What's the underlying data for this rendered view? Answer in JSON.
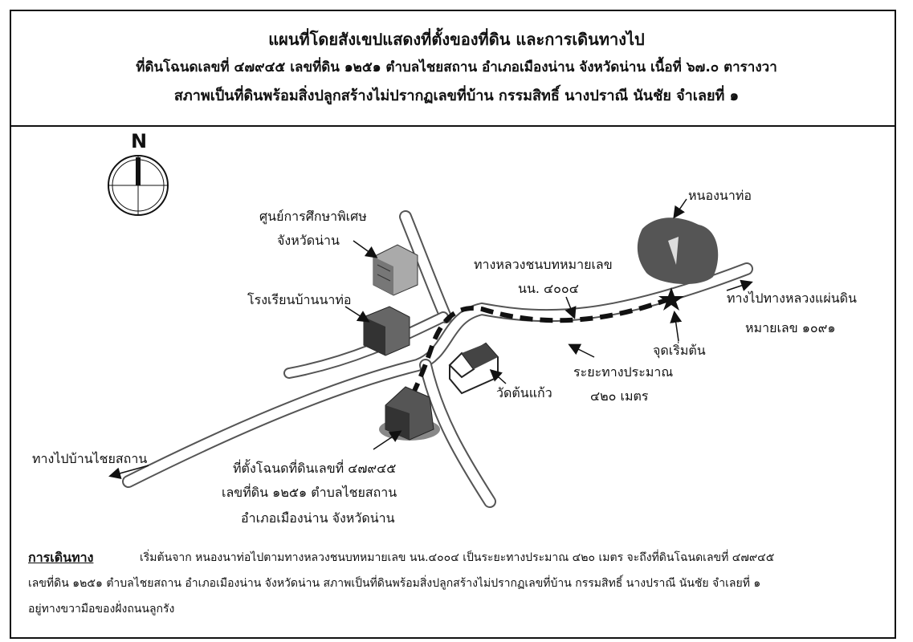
{
  "header": {
    "line1": "แผนที่โดยสังเขปแสดงที่ตั้งของที่ดิน และการเดินทางไป",
    "line2": "ที่ดินโฉนดเลขที่ ๔๗๙๔๕ เลขที่ดิน ๑๒๕๑ ตำบลไชยสถาน อำเภอเมืองน่าน จังหวัดน่าน เนื้อที่ ๖๗.๐ ตารางวา",
    "line3": "สภาพเป็นที่ดินพร้อมสิ่งปลูกสร้างไม่ปรากฏเลขที่บ้าน กรรมสิทธิ์ นางปราณี  นันชัย จำเลยที่ ๑"
  },
  "compass": {
    "label": "N"
  },
  "labels": {
    "pond": "หนองนาท่อ",
    "special_center_1": "ศูนย์การศึกษาพิเศษ",
    "special_center_2": "จังหวัดน่าน",
    "highway_route_1": "ทางหลวงชนบทหมายเลข",
    "highway_route_2": "นน. ๔๐๐๔",
    "to_national_1": "ทางไปทางหลวงแผ่นดิน",
    "to_national_2": "หมายเลข ๑๐๙๑",
    "school": "โรงเรียนบ้านนาท่อ",
    "start_point": "จุดเริ่มต้น",
    "distance_1": "ระยะทางประมาณ",
    "distance_2": "๔๒๐ เมตร",
    "temple": "วัดต้นแก้ว",
    "to_village": "ทางไปบ้านไชยสถาน",
    "deed_1": "ที่ตั้งโฉนดที่ดินเลขที่ ๔๗๙๔๕",
    "deed_2": "เลขที่ดิน ๑๒๕๑ ตำบลไชยสถาน",
    "deed_3": "อำเภอเมืองน่าน จังหวัดน่าน"
  },
  "directions": {
    "title": "การเดินทาง",
    "line1": "เริ่มต้นจาก หนองนาท่อไปตามทางหลวงชนบทหมายเลข นน.๔๐๐๔ เป็นระยะทางประมาณ ๔๒๐ เมตร จะถึงที่ดินโฉนดเลขที่ ๔๗๙๔๕",
    "line2": "เลขที่ดิน ๑๒๕๑ ตำบลไชยสถาน อำเภอเมืองน่าน จังหวัดน่าน สภาพเป็นที่ดินพร้อมสิ่งปลูกสร้างไม่ปรากฏเลขที่บ้าน กรรมสิทธิ์ นางปราณี  นันชัย จำเลยที่ ๑",
    "line3": "อยู่ทางขวามือของฝั่งถนนลูกรัง"
  }
}
